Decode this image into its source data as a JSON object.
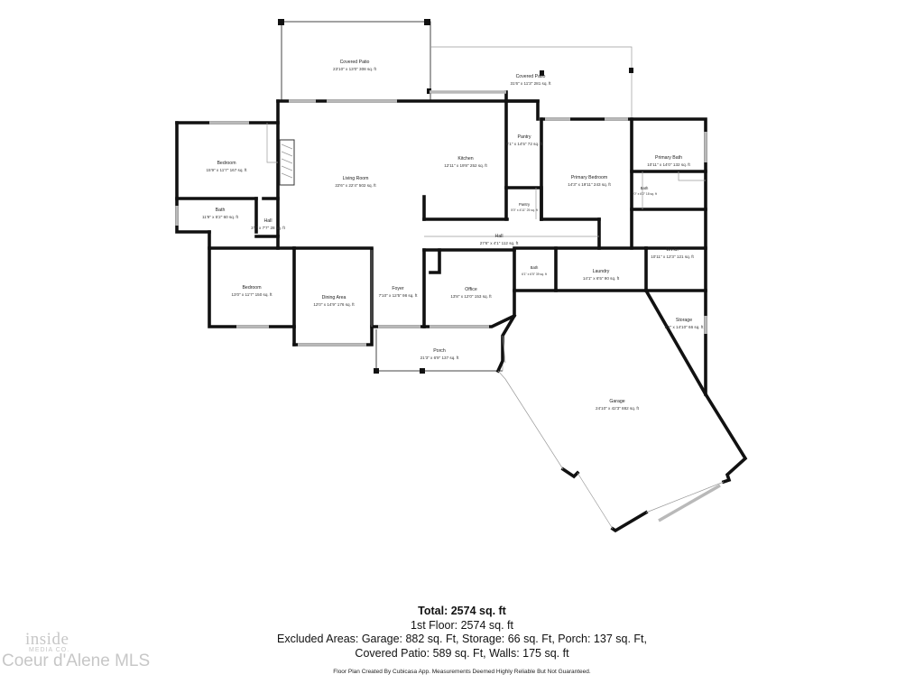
{
  "rooms": {
    "covered_patio_1": {
      "name": "Covered Patio",
      "dims": "23'10\" x 13'0\" 308 sq. ft"
    },
    "covered_patio_2": {
      "name": "Covered Patio",
      "dims": "31'6\" x 11'3\" 281 sq. ft"
    },
    "bedroom_1": {
      "name": "Bedroom",
      "dims": "15'9\" x 11'7\" 167 sq. ft"
    },
    "living_room": {
      "name": "Living Room",
      "dims": "22'6\" x 22'4\" 502 sq. ft"
    },
    "kitchen": {
      "name": "Kitchen",
      "dims": "12'11\" x 19'8\" 252 sq. ft"
    },
    "pantry_1": {
      "name": "Pantry",
      "dims": "5'1\" x 14'5\" 72 sq. ft"
    },
    "pantry_2": {
      "name": "Pantry",
      "dims": "5'0\" x 4'11\" 25 sq. ft"
    },
    "primary_bedroom": {
      "name": "Primary Bedroom",
      "dims": "14'3\" x 19'11\" 243 sq. ft"
    },
    "primary_bath": {
      "name": "Primary Bath",
      "dims": "10'11\" x 14'0\" 132 sq. ft"
    },
    "bath_small": {
      "name": "Bath",
      "dims": "3'0\" x 6'2\" 18 sq. ft"
    },
    "bath_1": {
      "name": "Bath",
      "dims": "11'9\" x 5'2\" 60 sq. ft"
    },
    "hall_1": {
      "name": "Hall",
      "dims": "3'8\" x 7'7\" 28 sq. ft"
    },
    "hall_2": {
      "name": "Hall",
      "dims": "27'6\" x 4'1\" 112 sq. ft"
    },
    "wic": {
      "name": "W.I.C.",
      "dims": "10'11\" x 12'3\" 121 sq. ft"
    },
    "bedroom_2": {
      "name": "Bedroom",
      "dims": "13'0\" x 11'7\" 150 sq. ft"
    },
    "dining_area": {
      "name": "Dining Area",
      "dims": "12'0\" x 14'9\" 176 sq. ft"
    },
    "foyer": {
      "name": "Foyer",
      "dims": "7'10\" x 12'5\" 98 sq. ft"
    },
    "office": {
      "name": "Office",
      "dims": "13'8\" x 12'0\" 153 sq. ft"
    },
    "bath_2": {
      "name": "Bath",
      "dims": "6'1\" x 6'5\" 39 sq. ft"
    },
    "laundry": {
      "name": "Laundry",
      "dims": "14'1\" x 6'5\" 90 sq. ft"
    },
    "storage": {
      "name": "Storage",
      "dims": "8'8\" x 14'10\" 66 sq. ft"
    },
    "porch": {
      "name": "Porch",
      "dims": "21'3\" x 6'9\" 137 sq. ft"
    },
    "garage": {
      "name": "Garage",
      "dims": "24'10\" x 42'3\" 882 sq. ft"
    }
  },
  "summary": {
    "total": "Total: 2574 sq. ft",
    "floor": "1st Floor: 2574 sq. ft",
    "excluded_1": "Excluded Areas: Garage: 882 sq. Ft, Storage: 66 sq. Ft, Porch: 137 sq. Ft,",
    "excluded_2": "Covered Patio: 589 sq. Ft, Walls: 175 sq. ft"
  },
  "credit": "Floor Plan Created By Cubicasa App. Measurements Deemed Highly Reliable But Not Guaranteed.",
  "logo": {
    "line1": "inside",
    "line2": "MEDIA CO.",
    "line3": "Coeur d'Alene MLS"
  }
}
